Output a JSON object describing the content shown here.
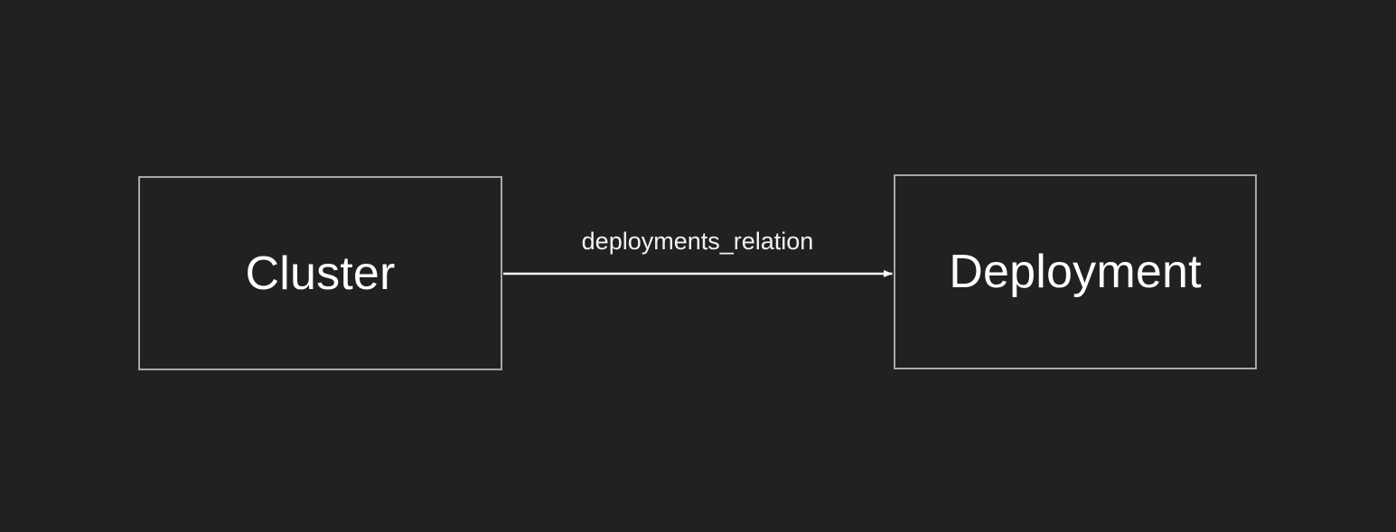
{
  "diagram": {
    "background_color": "#222120",
    "node_border_color": "#a8a8a8",
    "edge_color": "#ffffff",
    "text_color": "#ffffff",
    "nodes": [
      {
        "id": "cluster",
        "label": "Cluster",
        "shape": "rectangle"
      },
      {
        "id": "deployment",
        "label": "Deployment",
        "shape": "rectangle"
      }
    ],
    "edges": [
      {
        "id": "deployments-relation",
        "label": "deployments_relation",
        "source": "cluster",
        "target": "deployment",
        "direction": "forward",
        "style": "solid",
        "arrowhead": "filled-triangle"
      }
    ]
  }
}
